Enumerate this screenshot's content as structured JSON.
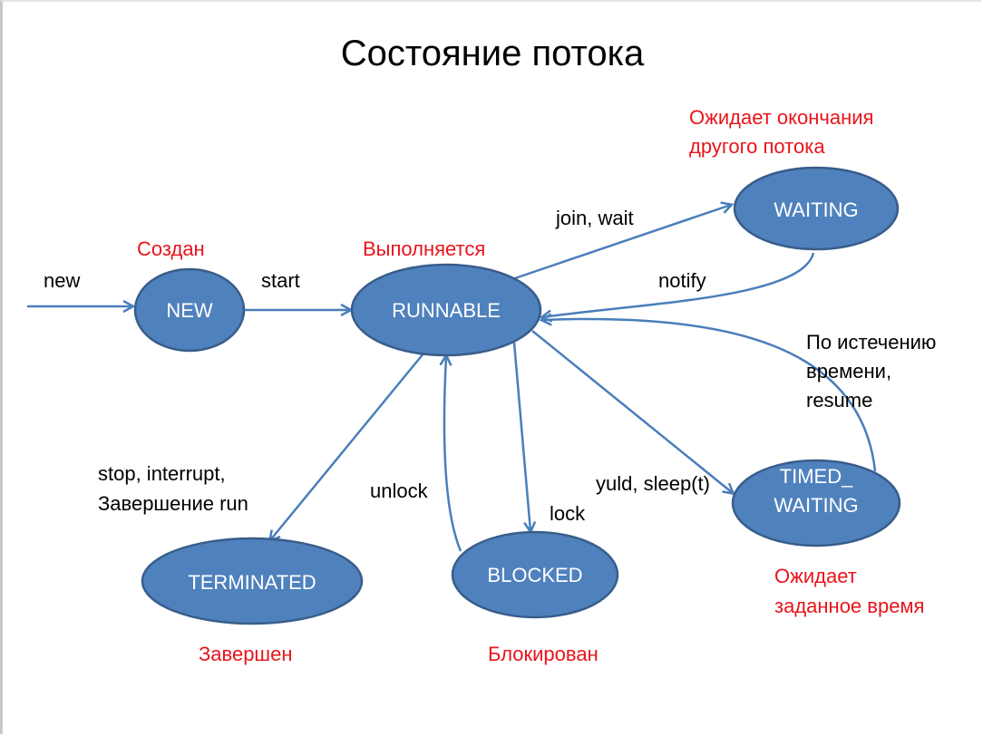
{
  "title": "Состояние потока",
  "colors": {
    "state_fill": "#4f81bd",
    "state_stroke": "#385d8a",
    "arrow": "#4a7ebb",
    "annotation": "#e8141b"
  },
  "states": {
    "new": {
      "label": "NEW",
      "note": "Создан"
    },
    "runnable": {
      "label": "RUNNABLE",
      "note": "Выполняется"
    },
    "waiting": {
      "label": "WAITING",
      "note": [
        "Ожидает окончания",
        "другого потока"
      ]
    },
    "timed_waiting": {
      "label": [
        "TIMED_",
        "WAITING"
      ],
      "note": [
        "Ожидает",
        "заданное время"
      ]
    },
    "terminated": {
      "label": "TERMINATED",
      "note": "Завершен"
    },
    "blocked": {
      "label": "BLOCKED",
      "note": "Блокирован"
    }
  },
  "transitions": {
    "new": "new",
    "start": "start",
    "join_wait": "join, wait",
    "notify": "notify",
    "timeout_resume": [
      "По истечению",
      "времени,",
      "resume"
    ],
    "yield_sleep": "yuld, sleep(t)",
    "lock": "lock",
    "unlock": "unlock",
    "stop": [
      "stop, interrupt,",
      "Завершение run"
    ]
  }
}
